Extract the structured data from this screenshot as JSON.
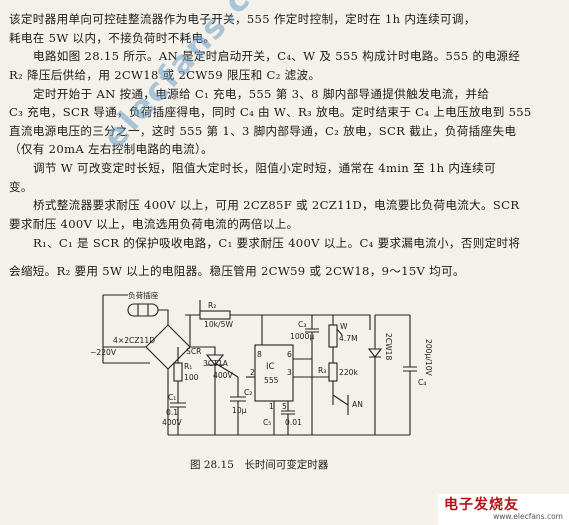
{
  "text": {
    "lines": [
      "该定时器用单向可控硅整流器作为电子开关，555 作定时控制，定时在 1h 内连续可调，",
      "耗电在 5W 以内，不接负荷时不耗电。",
      "电路如图 28.15 所示。AN 是定时启动开关，C₄、W 及 555 构成计时电路。555 的电源经",
      "R₂ 降压后供给，用 2CW18 或 2CW59 限压和 C₂ 滤波。",
      "定时开始于 AN 按通，电源给 C₁ 充电，555 第 3、8 脚内部导通提供触发电流，并给",
      "C₃ 充电，SCR 导通，负荷插座得电，同时 C₄ 由 W、R₃ 放电。定时结束于 C₄ 上电压放电到 555",
      "直流电源电压的三分之一，这时 555 第 1、3 脚内部导通，C₂ 放电，SCR 截止，负荷插座失电",
      "（仅有 20mA 左右控制电路的电流）。",
      "调节 W 可改变定时长短，阻值大定时长，阻值小定时短，通常在 4min 至 1h 内连续可",
      "变。",
      "桥式整流器要求耐压 400V 以上，可用 2CZ85F 或 2CZ11D，电流要比负荷电流大。SCR",
      "要求耐压 400V 以上，电流选用负荷电流的两倍以上。",
      "R₁、C₁ 是 SCR 的保护吸收电路，C₁ 要求耐压 400V 以上。C₄ 要求漏电流小，否则定时将",
      "会缩短。R₂ 要用 5W 以上的电阻器。稳压管用 2CW59 或 2CW18，9～15V 均可。"
    ]
  },
  "diagram": {
    "load_label": "负荷插座",
    "bridge_label": "4×2CZ11D",
    "mains_label": "~220V",
    "r2_label": "R₂",
    "r2_value": "10k/5W",
    "scr_label": "SCR",
    "scr_part": "3CT1A",
    "scr_voltage": "400V",
    "r1_label": "R₁",
    "r1_value": "100",
    "c1_label": "C₁",
    "c1_value": "0.1",
    "c1_voltage": "400V",
    "c2_label": "C₂",
    "c2_value": "10μ",
    "c3_label": "C₃",
    "c3_value": "1000μ",
    "ic_label": "IC",
    "ic_part": "555",
    "pin_1": "1",
    "pin_2": "2",
    "pin_3": "3",
    "pin_5": "5",
    "pin_6": "6",
    "pin_8": "8",
    "c5_label": "C₅",
    "c5_value": "0.01",
    "w_label": "W",
    "w_value": "4.7M",
    "r3_label": "R₃",
    "r3_value": "220k",
    "an_label": "AN",
    "zener_label": "2CW18",
    "c4_label": "C₄",
    "c4_value": "200μ/10V"
  },
  "caption": "图 28.15　长时间可变定时器",
  "watermark": "elecfans.com",
  "logo": {
    "main": "电子发烧友",
    "sub": "www.elecfans.com"
  }
}
